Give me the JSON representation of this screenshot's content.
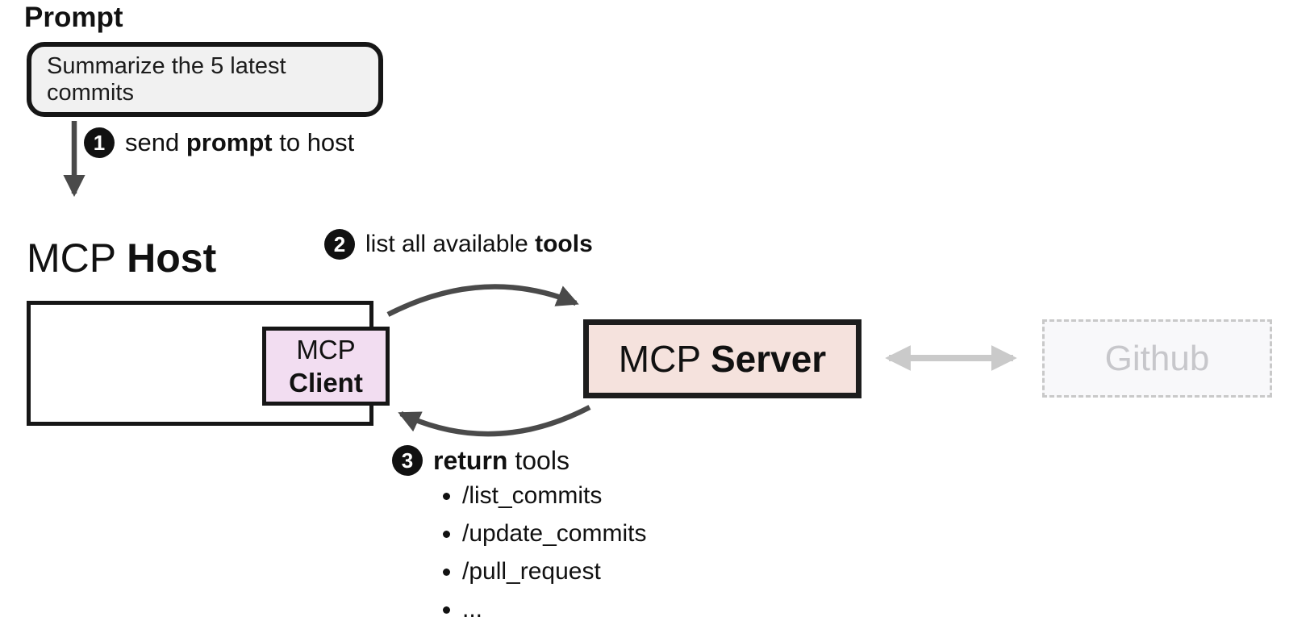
{
  "colors": {
    "prompt_box_bg": "#f1f1f1",
    "box_border": "#161616",
    "client_box_bg": "#f2ddf1",
    "server_box_bg": "#f5e2dd",
    "github_box_bg": "#f8f8fa",
    "github_border": "#c9c9c9",
    "github_text": "#c7c7cb",
    "arrow_dark": "#4a4a4a",
    "arrow_gray": "#cacaca",
    "badge_bg": "#111111",
    "badge_text": "#ffffff"
  },
  "prompt": {
    "title": "Prompt",
    "text": "Summarize the 5 latest commits"
  },
  "steps": {
    "one": {
      "num": "1",
      "pre": "send ",
      "bold": "prompt",
      "post": " to host"
    },
    "two": {
      "num": "2",
      "pre": "list all available ",
      "bold": "tools",
      "post": ""
    },
    "three": {
      "num": "3",
      "pre": "",
      "bold": "return",
      "post": " tools"
    }
  },
  "host": {
    "label_regular": "MCP ",
    "label_bold": "Host"
  },
  "client": {
    "line1": "MCP",
    "line2": "Client"
  },
  "server": {
    "label_regular": "MCP ",
    "label_bold": "Server"
  },
  "github": {
    "label": "Github"
  },
  "tools": {
    "items": [
      "/list_commits",
      "/update_commits",
      "/pull_request",
      "..."
    ]
  }
}
